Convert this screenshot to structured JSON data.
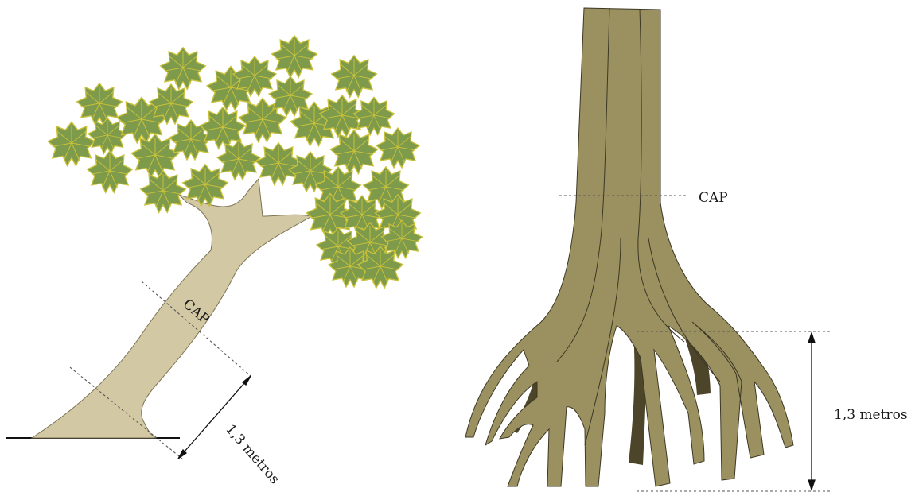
{
  "left_figure": {
    "cap_label": "CAP",
    "height_label": "1,3 metros"
  },
  "right_figure": {
    "cap_label": "CAP",
    "height_label": "1,3 metros"
  },
  "colors": {
    "leaf_fill": "#7e9a4b",
    "leaf_vein": "#c9c23a",
    "inclined_trunk": "#d3c8a4",
    "buttress_trunk": "#9b9160",
    "buttress_shadow": "#4c4529",
    "ground": "#111111"
  }
}
